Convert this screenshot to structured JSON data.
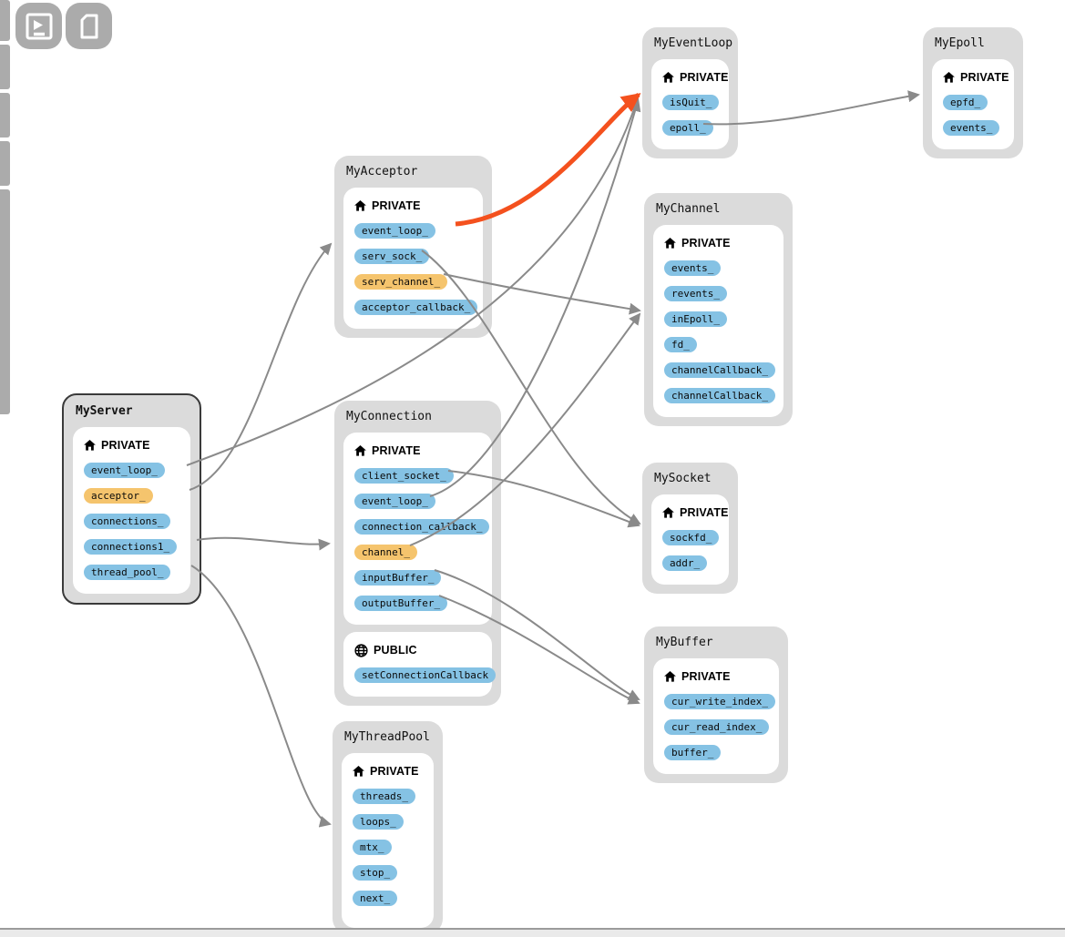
{
  "colors": {
    "node_background": "#dbdbdb",
    "section_background": "#ffffff",
    "member_blue": "#85c2e4",
    "member_orange": "#f5c46d",
    "edge_gray": "#8a8a8a",
    "edge_highlight_orange": "#f4511e",
    "toolbar_gray": "#ababab",
    "selected_node_border": "#3a3a3a"
  },
  "toolbar": {
    "buttons": [
      {
        "icon": "terminal-run-icon"
      },
      {
        "icon": "file-icon"
      }
    ],
    "left_partial_buttons": 5
  },
  "classes": [
    {
      "title": "MyServer",
      "selected": true,
      "sections": [
        {
          "visibility": "PRIVATE",
          "icon": "house-icon",
          "members": [
            {
              "label": "event_loop_",
              "highlight": false
            },
            {
              "label": "acceptor_",
              "highlight": true
            },
            {
              "label": "connections_",
              "highlight": false
            },
            {
              "label": "connections1_",
              "highlight": false
            },
            {
              "label": "thread_pool_",
              "highlight": false
            }
          ]
        }
      ]
    },
    {
      "title": "MyAcceptor",
      "selected": false,
      "sections": [
        {
          "visibility": "PRIVATE",
          "icon": "house-icon",
          "members": [
            {
              "label": "event_loop_",
              "highlight": false
            },
            {
              "label": "serv_sock_",
              "highlight": false
            },
            {
              "label": "serv_channel_",
              "highlight": true
            },
            {
              "label": "acceptor_callback_",
              "highlight": false
            }
          ]
        }
      ]
    },
    {
      "title": "MyConnection",
      "selected": false,
      "sections": [
        {
          "visibility": "PRIVATE",
          "icon": "house-icon",
          "members": [
            {
              "label": "client_socket_",
              "highlight": false
            },
            {
              "label": "event_loop_",
              "highlight": false
            },
            {
              "label": "connection_callback_",
              "highlight": false
            },
            {
              "label": "channel_",
              "highlight": true
            },
            {
              "label": "inputBuffer_",
              "highlight": false
            },
            {
              "label": "outputBuffer_",
              "highlight": false
            }
          ]
        },
        {
          "visibility": "PUBLIC",
          "icon": "globe-icon",
          "members": [
            {
              "label": "setConnectionCallback",
              "highlight": false
            }
          ]
        }
      ]
    },
    {
      "title": "MyThreadPool",
      "selected": false,
      "sections": [
        {
          "visibility": "PRIVATE",
          "icon": "house-icon",
          "members": [
            {
              "label": "threads_",
              "highlight": false
            },
            {
              "label": "loops_",
              "highlight": false
            },
            {
              "label": "mtx_",
              "highlight": false
            },
            {
              "label": "stop_",
              "highlight": false
            },
            {
              "label": "next_",
              "highlight": false
            }
          ]
        }
      ]
    },
    {
      "title": "MyEventLoop",
      "selected": false,
      "sections": [
        {
          "visibility": "PRIVATE",
          "icon": "house-icon",
          "members": [
            {
              "label": "isQuit_",
              "highlight": false
            },
            {
              "label": "epoll_",
              "highlight": false
            }
          ]
        }
      ]
    },
    {
      "title": "MyChannel",
      "selected": false,
      "sections": [
        {
          "visibility": "PRIVATE",
          "icon": "house-icon",
          "members": [
            {
              "label": "events_",
              "highlight": false
            },
            {
              "label": "revents_",
              "highlight": false
            },
            {
              "label": "inEpoll_",
              "highlight": false
            },
            {
              "label": "fd_",
              "highlight": false
            },
            {
              "label": "channelCallback_",
              "highlight": false
            },
            {
              "label": "channelCallback_",
              "highlight": false
            }
          ]
        }
      ]
    },
    {
      "title": "MySocket",
      "selected": false,
      "sections": [
        {
          "visibility": "PRIVATE",
          "icon": "house-icon",
          "members": [
            {
              "label": "sockfd_",
              "highlight": false
            },
            {
              "label": "addr_",
              "highlight": false
            }
          ]
        }
      ]
    },
    {
      "title": "MyBuffer",
      "selected": false,
      "sections": [
        {
          "visibility": "PRIVATE",
          "icon": "house-icon",
          "members": [
            {
              "label": "cur_write_index_",
              "highlight": false
            },
            {
              "label": "cur_read_index_",
              "highlight": false
            },
            {
              "label": "buffer_",
              "highlight": false
            }
          ]
        }
      ]
    },
    {
      "title": "MyEpoll",
      "selected": false,
      "sections": [
        {
          "visibility": "PRIVATE",
          "icon": "house-icon",
          "members": [
            {
              "label": "epfd_",
              "highlight": false
            },
            {
              "label": "events_",
              "highlight": false
            }
          ]
        }
      ]
    }
  ],
  "edges": [
    {
      "from": "MyServer.event_loop_",
      "to": "MyEventLoop",
      "style": "normal"
    },
    {
      "from": "MyConnection.event_loop_",
      "to": "MyEventLoop",
      "style": "normal"
    },
    {
      "from": "MyServer.acceptor_",
      "to": "MyAcceptor",
      "style": "normal"
    },
    {
      "from": "MyServer.connections1_",
      "to": "MyConnection",
      "style": "normal"
    },
    {
      "from": "MyServer.thread_pool_",
      "to": "MyThreadPool",
      "style": "normal"
    },
    {
      "from": "MyAcceptor.serv_sock_",
      "to": "MySocket",
      "style": "normal"
    },
    {
      "from": "MyAcceptor.serv_channel_",
      "to": "MyChannel",
      "style": "normal"
    },
    {
      "from": "MyConnection.client_socket_",
      "to": "MySocket",
      "style": "normal"
    },
    {
      "from": "MyConnection.channel_",
      "to": "MyChannel",
      "style": "normal"
    },
    {
      "from": "MyConnection.inputBuffer_",
      "to": "MyBuffer",
      "style": "normal"
    },
    {
      "from": "MyConnection.outputBuffer_",
      "to": "MyBuffer",
      "style": "normal"
    },
    {
      "from": "MyEventLoop.epoll_",
      "to": "MyEpoll",
      "style": "normal"
    },
    {
      "from": "MyAcceptor.event_loop_",
      "to": "MyEventLoop",
      "style": "highlight"
    }
  ]
}
